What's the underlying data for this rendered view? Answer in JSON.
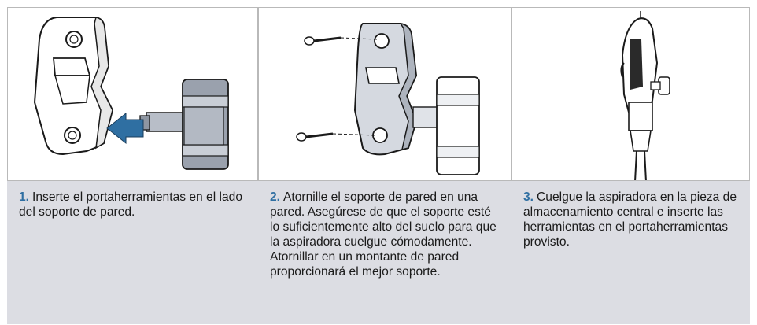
{
  "steps": [
    {
      "number": "1.",
      "text": "Inserte el portaherramientas en el lado del soporte de pared."
    },
    {
      "number": "2.",
      "text": "Atornille el soporte de pared en una pared. Asegúrese de que el soporte esté lo suficientemente alto del suelo para que la aspiradora cuelgue cómodamente. Atornillar en un montante de pared proporcionará el mejor soporte."
    },
    {
      "number": "3.",
      "text": "Cuelgue la aspiradora en la pieza de almacenamiento central e inserte las herramientas en el portaherramientas provisto."
    }
  ],
  "colors": {
    "step_number": "#2f6fa2",
    "text_band": "#dcdde3",
    "arrow": "#2f6fa2"
  }
}
